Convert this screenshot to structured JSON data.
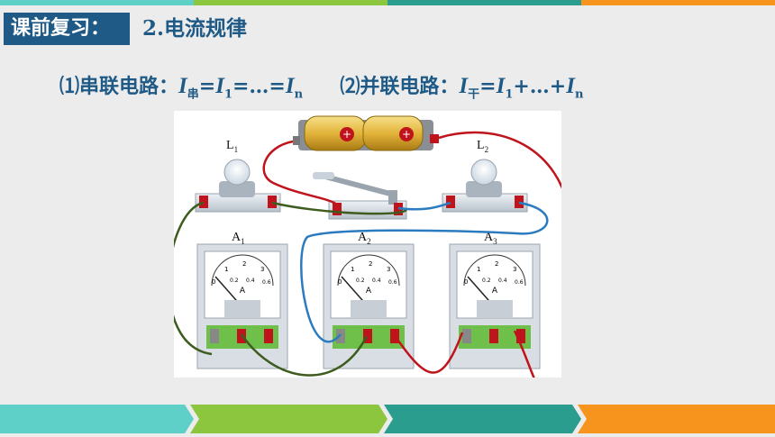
{
  "header": {
    "title": "课前复习：",
    "subtitle": "2.电流规律"
  },
  "formula": {
    "series_label": "⑴串联电路：",
    "series_I": "I",
    "series_sub": "串",
    "series_eq1": "=",
    "series_I1": "I",
    "series_sub1": "1",
    "series_mid": "=…=",
    "series_In": "I",
    "series_subn": "n",
    "parallel_label": "⑵并联电路：",
    "parallel_I": "I",
    "parallel_sub": "干",
    "parallel_eq": "=",
    "parallel_I1": "I",
    "parallel_sub1": "1",
    "parallel_mid": "+…+",
    "parallel_In": "I",
    "parallel_subn": "n"
  },
  "diagram": {
    "lamp1": "L",
    "lamp1_sub": "1",
    "lamp2": "L",
    "lamp2_sub": "2",
    "ammeter1": "A",
    "ammeter1_sub": "1",
    "ammeter2": "A",
    "ammeter2_sub": "2",
    "ammeter3": "A",
    "ammeter3_sub": "3",
    "meter_unit": "A",
    "scale_top": [
      "1",
      "2",
      "3"
    ],
    "scale_bottom": [
      "0.2",
      "0.4",
      "0.6"
    ],
    "scale_zero": "0"
  },
  "colors": {
    "accent_blue": "#1f5a86",
    "teal": "#5fd0c8",
    "green": "#8cc63f",
    "dark_teal": "#2a9d8f",
    "orange": "#f7941d",
    "wire_red": "#c0141c",
    "wire_blue": "#2a7bc0",
    "wire_green": "#3d5c1e"
  }
}
